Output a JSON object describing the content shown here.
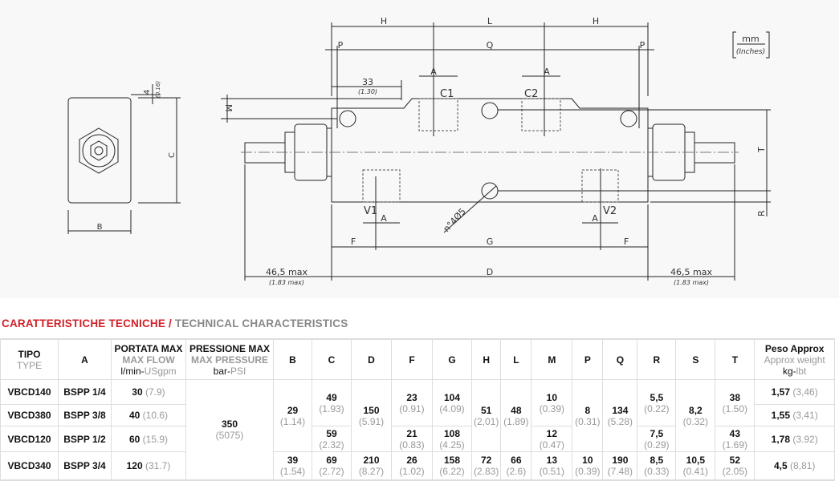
{
  "drawing": {
    "units_top": "mm",
    "units_bottom": "(Inches)",
    "labels": {
      "H": "H",
      "L": "L",
      "P": "P",
      "Q": "Q",
      "A": "A",
      "C1": "C1",
      "C2": "C2",
      "V1": "V1",
      "V2": "V2",
      "M": "M",
      "T": "T",
      "R": "R",
      "F": "F",
      "G": "G",
      "D": "D",
      "B": "B",
      "C": "C",
      "hole": "n°4Ø5",
      "d33": "33",
      "d33_in": "(1.30)",
      "d4": "4",
      "d4_in": "(0.16)",
      "max": "46,5 max",
      "max_in": "(1.83 max)"
    }
  },
  "section": {
    "title_it": "CARATTERISTICHE TECNICHE /",
    "title_en": " TECHNICAL CHARACTERISTICS"
  },
  "table": {
    "headers": {
      "tipo": "TIPO",
      "tipo_en": "TYPE",
      "a": "A",
      "portata": "PORTATA MAX",
      "portata_en": "MAX FLOW",
      "portata_u1": "l/min-",
      "portata_u2": "USgpm",
      "press": "PRESSIONE MAX",
      "press_en": "MAX PRESSURE",
      "press_u1": "bar-",
      "press_u2": "PSI",
      "B": "B",
      "C": "C",
      "D": "D",
      "F": "F",
      "G": "G",
      "H": "H",
      "L": "L",
      "M": "M",
      "P": "P",
      "Q": "Q",
      "R": "R",
      "S": "S",
      "T": "T",
      "peso": "Peso Approx",
      "peso_en": "Approx weight",
      "peso_u1": "kg-",
      "peso_u2": "lbt"
    },
    "rows": [
      {
        "tipo": "VBCD140",
        "a": "BSPP 1/4",
        "flow": "30",
        "flow_i": "(7.9)",
        "peso": "1,57",
        "peso_i": "(3,46)"
      },
      {
        "tipo": "VBCD380",
        "a": "BSPP 3/8",
        "flow": "40",
        "flow_i": "(10.6)",
        "peso": "1,55",
        "peso_i": "(3,41)"
      },
      {
        "tipo": "VBCD120",
        "a": "BSPP 1/2",
        "flow": "60",
        "flow_i": "(15.9)",
        "peso": "1,78",
        "peso_i": "(3.92)"
      },
      {
        "tipo": "VBCD340",
        "a": "BSPP 3/4",
        "flow": "120",
        "flow_i": "(31.7)",
        "peso": "4,5",
        "peso_i": "(8,81)"
      }
    ],
    "pressure": {
      "v": "350",
      "i": "(5075)"
    },
    "dims": {
      "B": [
        {
          "v": "29",
          "i": "(1.14)"
        },
        {
          "v": "39",
          "i": "(1.54)"
        }
      ],
      "C": [
        {
          "v": "49",
          "i": "(1.93)"
        },
        {
          "v": "59",
          "i": "(2.32)"
        },
        {
          "v": "69",
          "i": "(2.72)"
        }
      ],
      "D": [
        {
          "v": "150",
          "i": "(5.91)"
        },
        {
          "v": "210",
          "i": "(8.27)"
        }
      ],
      "F": [
        {
          "v": "23",
          "i": "(0.91)"
        },
        {
          "v": "21",
          "i": "(0.83)"
        },
        {
          "v": "26",
          "i": "(1.02)"
        }
      ],
      "G": [
        {
          "v": "104",
          "i": "(4.09)"
        },
        {
          "v": "108",
          "i": "(4.25)"
        },
        {
          "v": "158",
          "i": "(6.22)"
        }
      ],
      "H": [
        {
          "v": "51",
          "i": "(2,01)"
        },
        {
          "v": "72",
          "i": "(2.83)"
        }
      ],
      "L": [
        {
          "v": "48",
          "i": "(1.89)"
        },
        {
          "v": "66",
          "i": "(2.6)"
        }
      ],
      "M": [
        {
          "v": "10",
          "i": "(0.39)"
        },
        {
          "v": "12",
          "i": "(0.47)"
        },
        {
          "v": "13",
          "i": "(0.51)"
        }
      ],
      "P": [
        {
          "v": "8",
          "i": "(0.31)"
        },
        {
          "v": "10",
          "i": "(0.39)"
        }
      ],
      "Q": [
        {
          "v": "134",
          "i": "(5.28)"
        },
        {
          "v": "190",
          "i": "(7.48)"
        }
      ],
      "R": [
        {
          "v": "5,5",
          "i": "(0.22)"
        },
        {
          "v": "7,5",
          "i": "(0.29)"
        },
        {
          "v": "8,5",
          "i": "(0.33)"
        }
      ],
      "S": [
        {
          "v": "8,2",
          "i": "(0.32)"
        },
        {
          "v": "10,5",
          "i": "(0.41)"
        }
      ],
      "T": [
        {
          "v": "38",
          "i": "(1.50)"
        },
        {
          "v": "43",
          "i": "(1.69)"
        },
        {
          "v": "52",
          "i": "(2.05)"
        }
      ]
    }
  }
}
